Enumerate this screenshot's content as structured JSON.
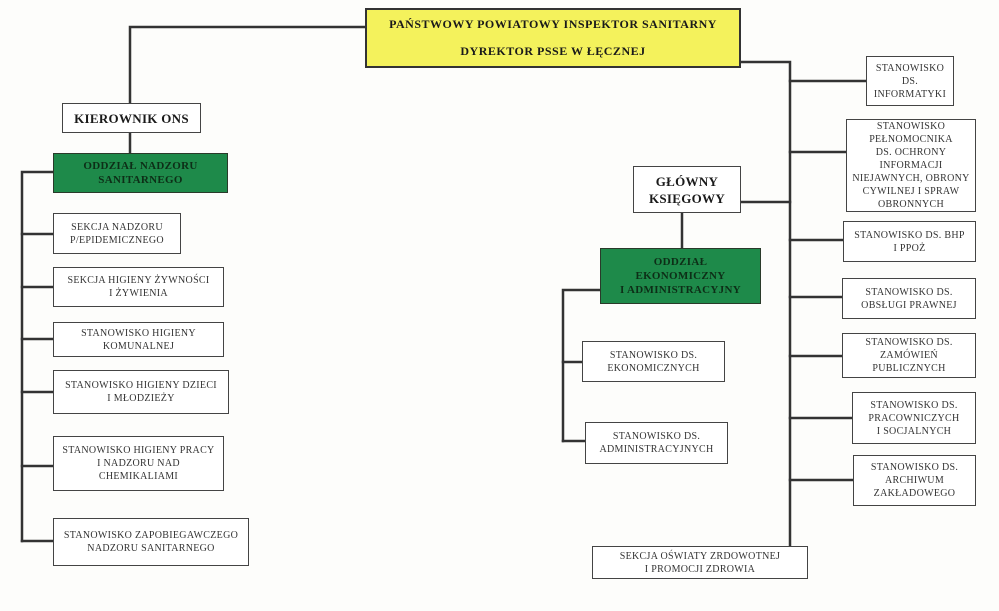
{
  "top": {
    "line1": "PAŃSTWOWY POWIATOWY INSPEKTOR SANITARNY",
    "line2": "DYREKTOR PSSE W ŁĘCZNEJ"
  },
  "left": {
    "manager": "KIEROWNIK ONS",
    "department": "ODDZIAŁ NADZORU\nSANITARNEGO",
    "units": [
      "SEKCJA NADZORU\nP/EPIDEMICZNEGO",
      "SEKCJA HIGIENY ŻYWNOŚCI\nI ŻYWIENIA",
      "STANOWISKO HIGIENY\nKOMUNALNEJ",
      "STANOWISKO HIGIENY DZIECI\nI MŁODZIEŻY",
      "STANOWISKO HIGIENY PRACY\nI NADZORU NAD\nCHEMIKALIAMI",
      "STANOWISKO ZAPOBIEGAWCZEGO\nNADZORU SANITARNEGO"
    ]
  },
  "center": {
    "chief_accountant": "GŁÓWNY\nKSIĘGOWY",
    "department": "ODDZIAŁ\nEKONOMICZNY\nI ADMINISTRACYJNY",
    "units": [
      "STANOWISKO DS.\nEKONOMICZNYCH",
      "STANOWISKO DS.\nADMINISTRACYJNYCH"
    ],
    "health_section": "SEKCJA OŚWIATY ZRDOWOTNEJ\nI PROMOCJI ZDROWIA"
  },
  "right": {
    "units": [
      "STANOWISKO\nDS.\nINFORMATYKI",
      "STANOWISKO\nPEŁNOMOCNIKA\nDS. OCHRONY\nINFORMACJI\nNIEJAWNYCH, OBRONY\nCYWILNEJ I SPRAW\nOBRONNYCH",
      "STANOWISKO DS. BHP\nI PPOŻ",
      "STANOWISKO DS.\nOBSŁUGI PRAWNEJ",
      "STANOWISKO DS.\nZAMÓWIEŃ\nPUBLICZNYCH",
      "STANOWISKO DS.\nPRACOWNICZYCH\nI SOCJALNYCH",
      "STANOWISKO DS.\nARCHIWUM\nZAKŁADOWEGO"
    ]
  },
  "colors": {
    "director_fill": "#f4f25c",
    "department_fill": "#1e8a4a",
    "connector": "#333333"
  }
}
